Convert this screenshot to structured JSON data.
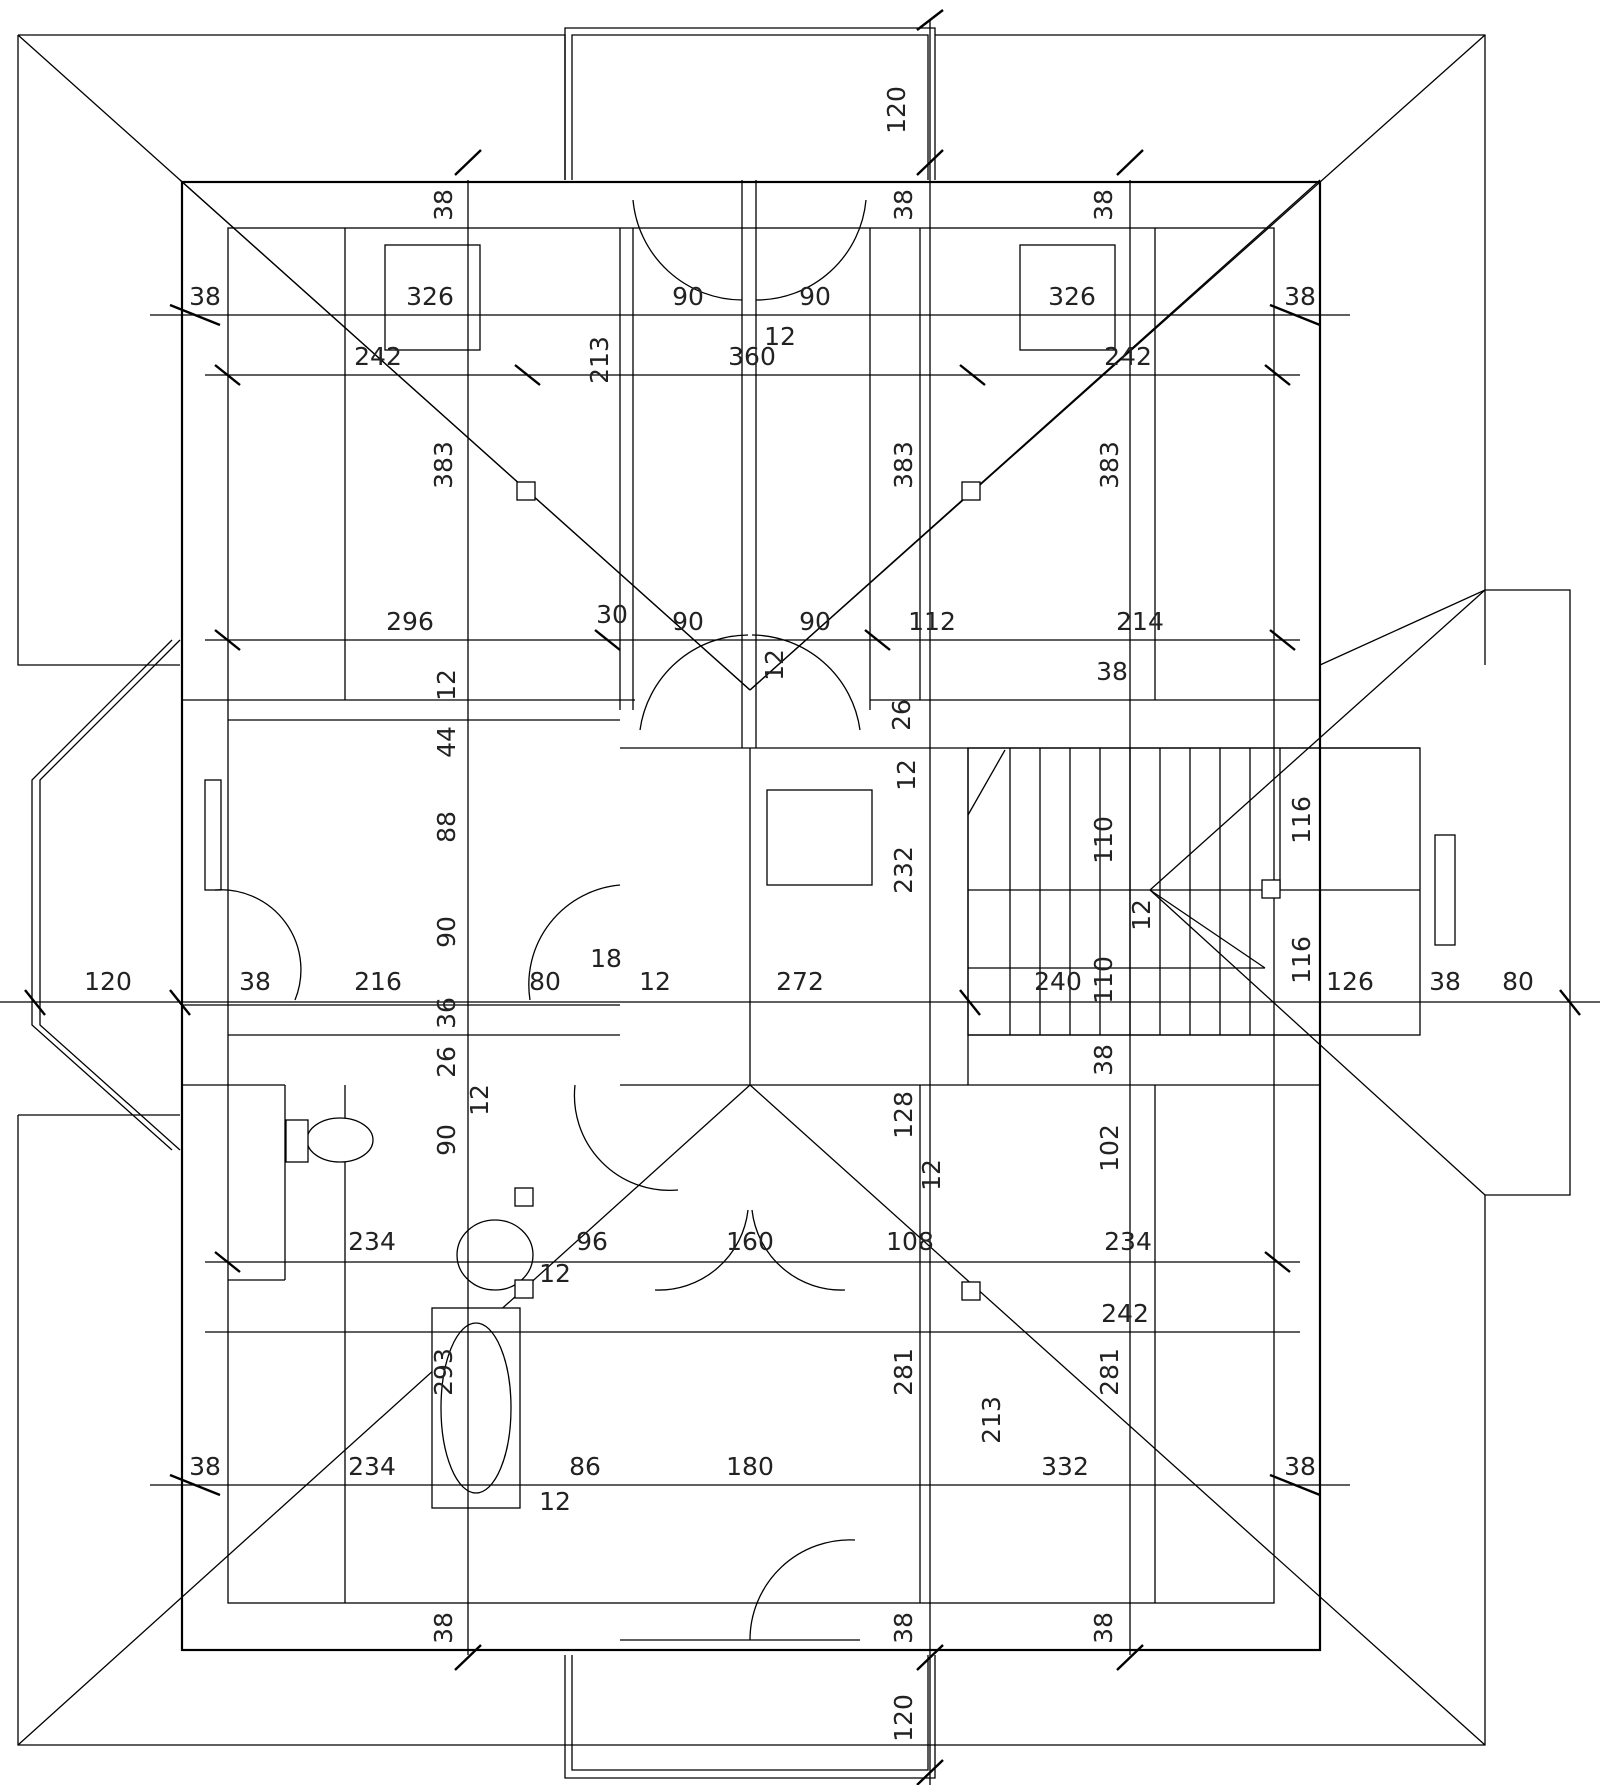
{
  "drawing": {
    "stroke_color": "#000000",
    "background_color": "#ffffff",
    "dimensions": [
      "120",
      "38",
      "38",
      "38",
      "38",
      "326",
      "90",
      "90",
      "326",
      "38",
      "12",
      "242",
      "360",
      "242",
      "213",
      "383",
      "383",
      "383",
      "296",
      "30",
      "90",
      "90",
      "12",
      "112",
      "214",
      "12",
      "38",
      "26",
      "44",
      "12",
      "88",
      "232",
      "110",
      "116",
      "90",
      "12",
      "116",
      "120",
      "38",
      "216",
      "18",
      "80",
      "12",
      "272",
      "240",
      "110",
      "126",
      "38",
      "80",
      "36",
      "26",
      "38",
      "12",
      "128",
      "90",
      "102",
      "12",
      "234",
      "96",
      "160",
      "108",
      "234",
      "12",
      "242",
      "293",
      "281",
      "213",
      "281",
      "38",
      "234",
      "86",
      "180",
      "332",
      "38",
      "12",
      "38",
      "38",
      "38",
      "120"
    ]
  }
}
